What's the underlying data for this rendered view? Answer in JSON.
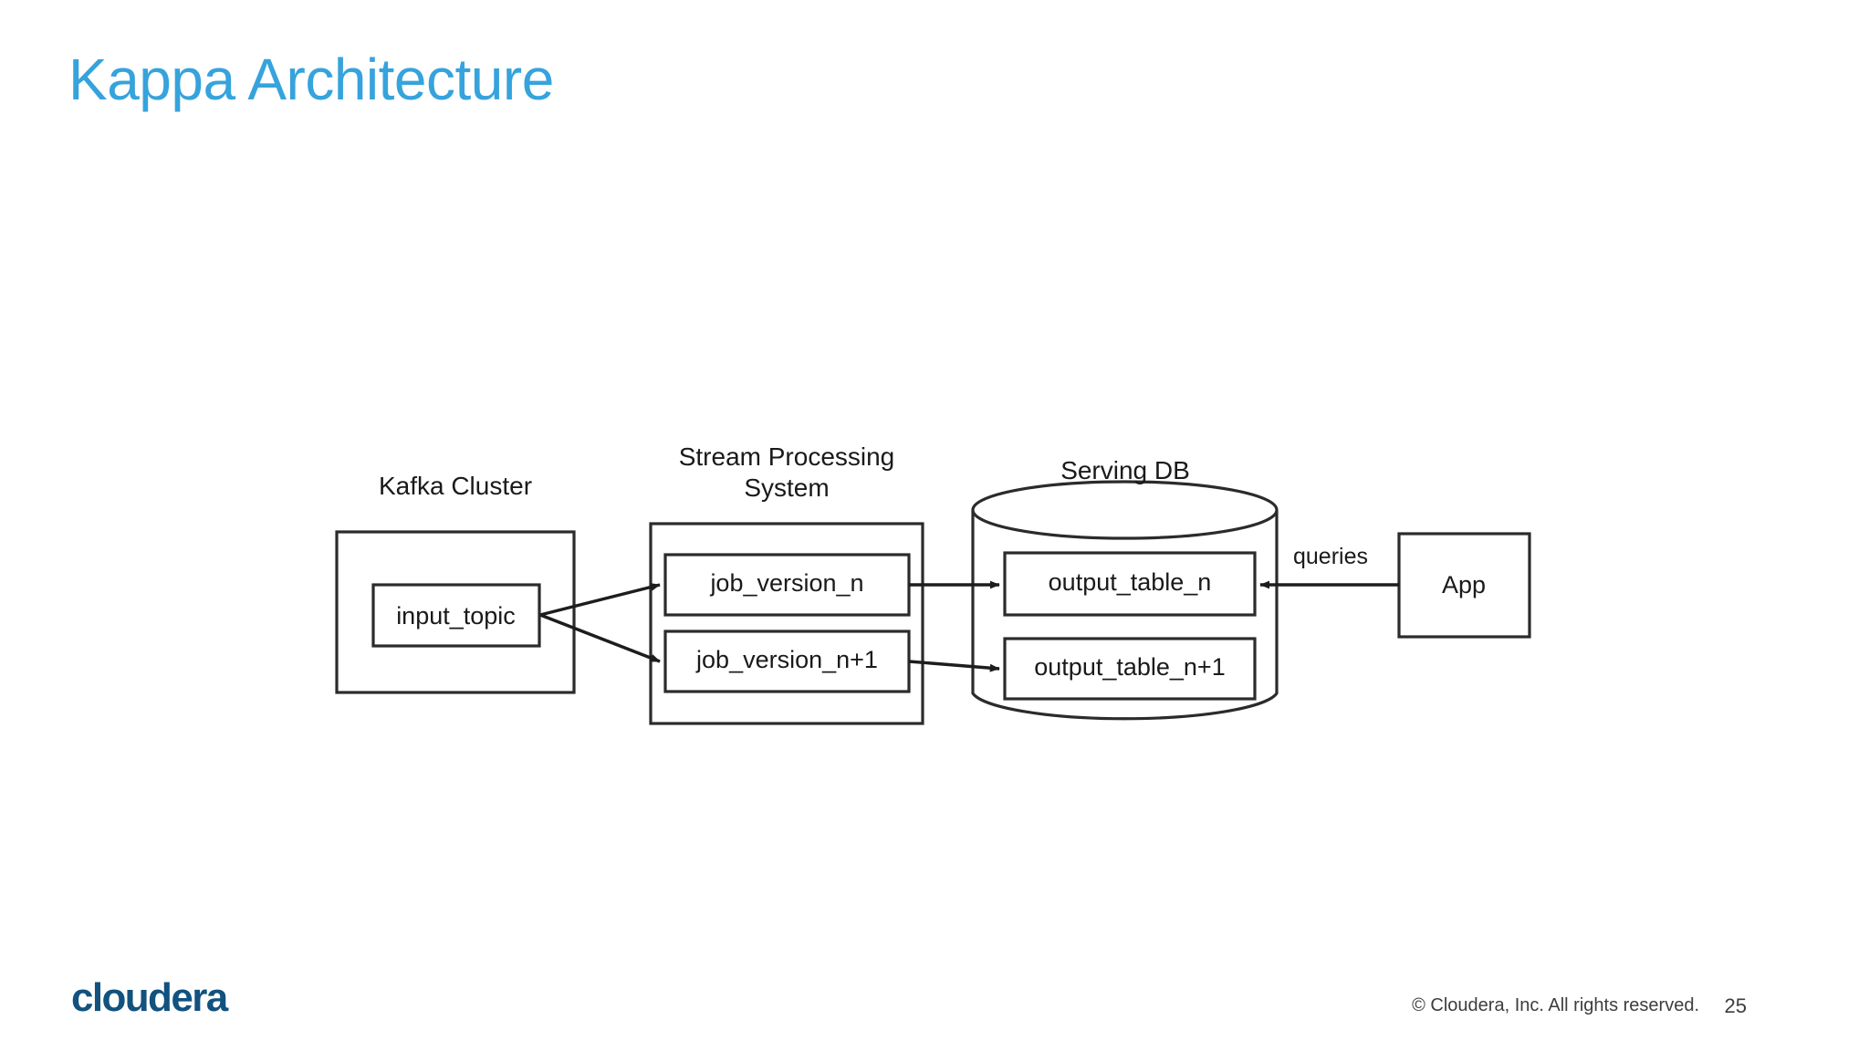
{
  "slide": {
    "title": "Kappa Architecture",
    "title_color": "#36a3dc",
    "background": "#ffffff",
    "page_number": "25"
  },
  "footer": {
    "logo_text": "cloudera",
    "logo_color": "#11527f",
    "copyright": "© Cloudera, Inc. All rights reserved.",
    "page_number": "25"
  },
  "diagram": {
    "stroke_color": "#262626",
    "fill_color": "#ffffff",
    "groups": [
      {
        "id": "kafka-cluster",
        "title": "Kafka Cluster"
      },
      {
        "id": "stream-system",
        "title": "Stream Processing\nSystem",
        "title_line1": "Stream Processing",
        "title_line2": "System"
      },
      {
        "id": "serving-db",
        "title": "Serving DB"
      }
    ],
    "nodes": [
      {
        "id": "input-topic",
        "label": "input_topic",
        "group": "kafka-cluster"
      },
      {
        "id": "job-version-n",
        "label": "job_version_n",
        "group": "stream-system"
      },
      {
        "id": "job-version-n1",
        "label": "job_version_n+1",
        "group": "stream-system"
      },
      {
        "id": "output-table-n",
        "label": "output_table_n",
        "group": "serving-db"
      },
      {
        "id": "output-table-n1",
        "label": "output_table_n+1",
        "group": "serving-db"
      },
      {
        "id": "app",
        "label": "App",
        "group": null
      }
    ],
    "edges": [
      {
        "from": "input-topic",
        "to": "job-version-n",
        "label": ""
      },
      {
        "from": "input-topic",
        "to": "job-version-n1",
        "label": ""
      },
      {
        "from": "job-version-n",
        "to": "output-table-n",
        "label": ""
      },
      {
        "from": "job-version-n1",
        "to": "output-table-n1",
        "label": ""
      },
      {
        "from": "app",
        "to": "output-table-n",
        "label": "queries"
      }
    ],
    "edge_labels": {
      "queries": "queries"
    }
  }
}
